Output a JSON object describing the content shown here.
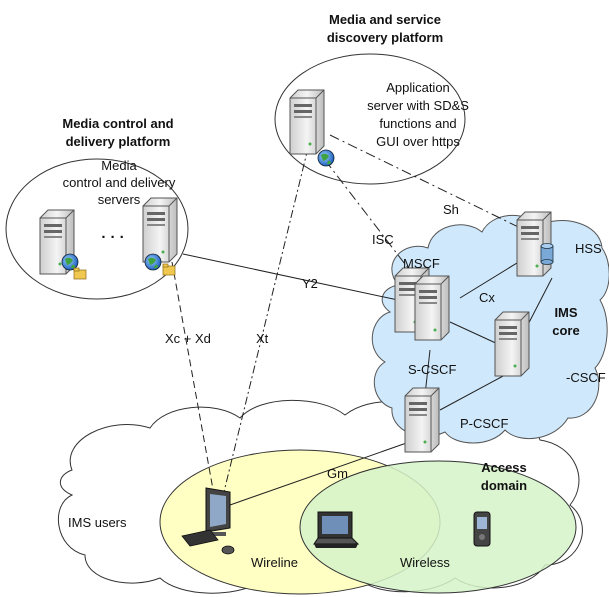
{
  "platforms": {
    "discovery": {
      "title_line1": "Media and service",
      "title_line2": "discovery platform",
      "server_line1": "Application",
      "server_line2": "server with SD&S",
      "server_line3": "functions and",
      "server_line4": "GUI over https"
    },
    "delivery": {
      "title_line1": "Media control and",
      "title_line2": "delivery platform",
      "servers_line1": "Media",
      "servers_line2": "control and delivery",
      "servers_line3": "servers",
      "ellipsis": "· · ·"
    }
  },
  "ims_core": {
    "label_line1": "IMS",
    "label_line2": "core",
    "hss": "HSS",
    "mscf": "MSCF",
    "s_cscf": "S-CSCF",
    "i_cscf": "-CSCF",
    "p_cscf": "P-CSCF"
  },
  "interfaces": {
    "sh": "Sh",
    "isc": "ISC",
    "y2": "Y2",
    "cx": "Cx",
    "xc_xd": "Xc + Xd",
    "xt": "Xt",
    "gm": "Gm"
  },
  "access": {
    "label_line1": "Access",
    "label_line2": "domain",
    "ims_users": "IMS users",
    "wireline": "Wireline",
    "wireless": "Wireless"
  },
  "colors": {
    "core_cloud": "#cfe8fb",
    "wireline": "#ffffc4",
    "wireless": "#d6f3c9",
    "server": "#e8e8e8"
  }
}
